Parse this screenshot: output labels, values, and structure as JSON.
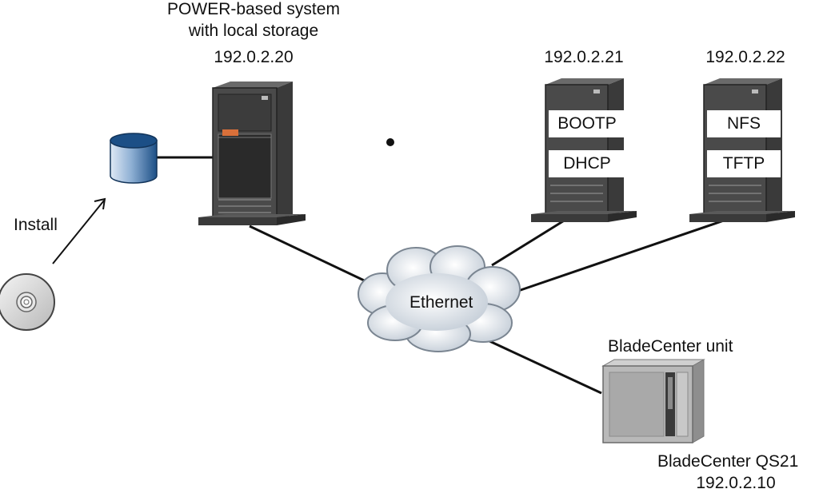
{
  "power_system": {
    "title_line1": "POWER-based system",
    "title_line2": "with local storage",
    "ip": "192.0.2.20"
  },
  "server_boot": {
    "ip": "192.0.2.21",
    "service_top": "BOOTP",
    "service_bottom": "DHCP"
  },
  "server_nfs": {
    "ip": "192.0.2.22",
    "service_top": "NFS",
    "service_bottom": "TFTP"
  },
  "install_label": "Install",
  "network_label": "Ethernet",
  "bladecenter": {
    "unit_label": "BladeCenter unit",
    "blade_label": "BladeCenter QS21",
    "ip": "192.0.2.10"
  },
  "colors": {
    "server_dark": "#2e2e2e",
    "server_mid": "#4a4a4a",
    "drive_orange": "#d9703a",
    "disk_blue": "#1c4f86",
    "cloud_fill": "#dfe5ec",
    "chassis_gray": "#b9b9b9"
  }
}
